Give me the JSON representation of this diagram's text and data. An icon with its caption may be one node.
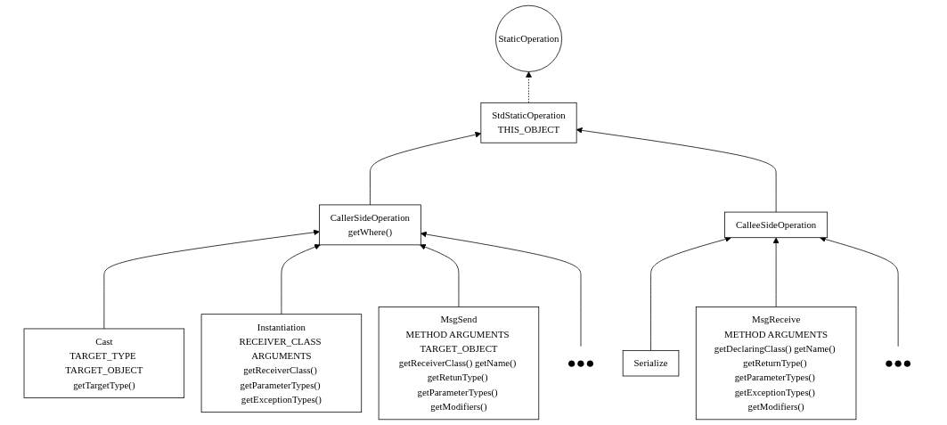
{
  "diagram": {
    "nodes": [
      {
        "text": [
          "StaticOperation"
        ]
      },
      {
        "text": [
          "StdStaticOperation",
          "THIS_OBJECT"
        ]
      },
      {
        "text": [
          "CallerSideOperation",
          "getWhere()"
        ]
      },
      {
        "text": [
          "CalleeSideOperation"
        ]
      },
      {
        "text": [
          "Cast",
          "TARGET_TYPE TARGET_OBJECT",
          "getTargetType()"
        ]
      },
      {
        "text": [
          "Instantiation",
          "RECEIVER_CLASS ARGUMENTS",
          "getReceiverClass() getParameterTypes() getExceptionTypes()"
        ]
      },
      {
        "text": [
          "MsgSend",
          "METHOD ARGUMENTS TARGET_OBJECT",
          "getReceiverClass() getName() getRetunType() getParameterTypes() getModifiers()"
        ]
      },
      {
        "text": [
          "●●●"
        ]
      },
      {
        "text": [
          "Serialize"
        ]
      },
      {
        "text": [
          "MsgReceive",
          "METHOD ARGUMENTS",
          "getDeclaringClass() getName() getReturnType() getParameterTypes() getExceptionTypes() getModifiers()"
        ]
      },
      {
        "text": [
          "●●●"
        ]
      }
    ],
    "edges": [
      {
        "from": 1,
        "to": 0,
        "arrow": "to",
        "style": "dashed"
      },
      {
        "from": 2,
        "to": 1,
        "arrow": "to"
      },
      {
        "from": 3,
        "to": 1,
        "arrow": "to"
      },
      {
        "from": 4,
        "to": 2,
        "arrow": "to"
      },
      {
        "from": 5,
        "to": 2,
        "arrow": "to"
      },
      {
        "from": 6,
        "to": 2,
        "arrow": "to"
      },
      {
        "from": 7,
        "to": 2,
        "arrow": "to"
      },
      {
        "from": 8,
        "to": 3,
        "arrow": "to"
      },
      {
        "from": 9,
        "to": 3,
        "arrow": "to"
      },
      {
        "from": 10,
        "to": 3,
        "arrow": "to"
      }
    ]
  }
}
